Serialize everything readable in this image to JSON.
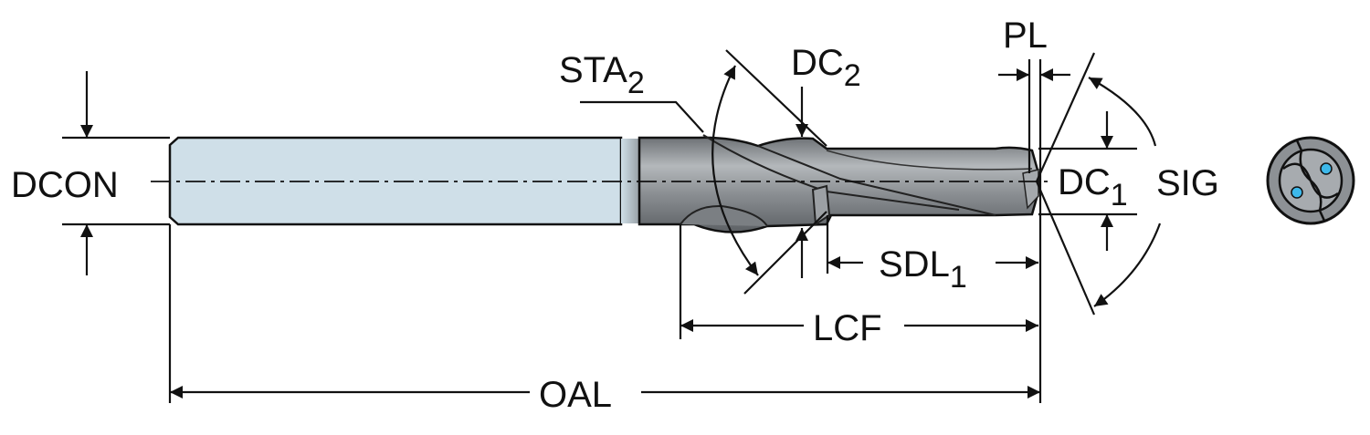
{
  "title": "Solid drill dimension diagram",
  "labels": {
    "dcon": "DCON",
    "sta": {
      "main": "STA",
      "sub": "2"
    },
    "dc2": {
      "main": "DC",
      "sub": "2"
    },
    "pl": "PL",
    "dc1": {
      "main": "DC",
      "sub": "1"
    },
    "sig": "SIG",
    "sdl1": {
      "main": "SDL",
      "sub": "1"
    },
    "lcf": "LCF",
    "oal": "OAL"
  },
  "colors": {
    "shank": "#cfdfe8",
    "body": "#8e9296",
    "coolant": "#3db8ea"
  }
}
